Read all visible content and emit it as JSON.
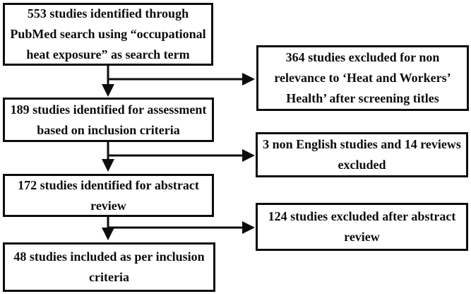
{
  "diagram": {
    "kind": "study-selection-flowchart",
    "colors": {
      "border": "#0d0d0d",
      "box_background": "#ffffff",
      "text": "#0d0d0d",
      "arrow": "#0d0d0d",
      "page_background": "#ffffff"
    },
    "main_flow": [
      {
        "text": "553 studies identified through\nPubMed search using “occupational\nheat exposure” as search term"
      },
      {
        "text": "189 studies identified for assessment\nbased on inclusion criteria"
      },
      {
        "text": "172 studies identified for abstract\nreview"
      },
      {
        "text": "48 studies included as per inclusion\ncriteria"
      }
    ],
    "exclusions": [
      {
        "text": "364 studies excluded for non\nrelevance to ‘Heat and Workers’\nHealth’ after screening titles"
      },
      {
        "text": "3 non English studies and 14 reviews\nexcluded"
      },
      {
        "text": "124 studies excluded after abstract\nreview"
      }
    ]
  }
}
